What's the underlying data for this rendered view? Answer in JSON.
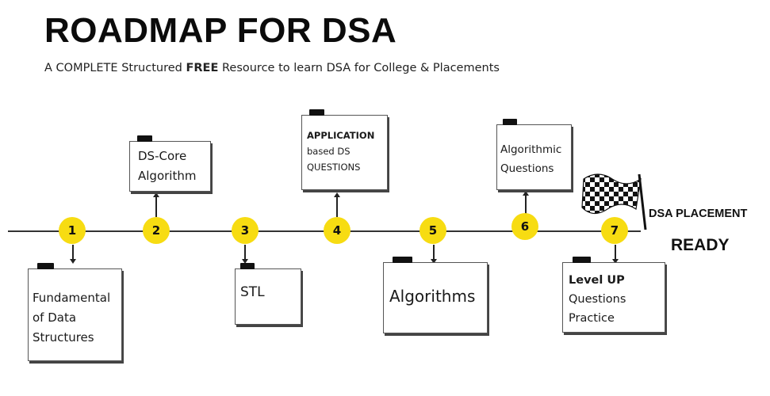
{
  "title": "ROADMAP FOR DSA",
  "subtitle": {
    "before": "A COMPLETE Structured ",
    "bold": "FREE",
    "after": " Resource to learn DSA for College & Placements"
  },
  "steps": [
    {
      "number": "1",
      "card_text": "Fundamental\nof Data\nStructures"
    },
    {
      "number": "2",
      "card_text": "DS-Core\nAlgorithm"
    },
    {
      "number": "3",
      "card_text": "STL"
    },
    {
      "number": "4",
      "card_bold": "APPLICATION",
      "card_text": "based DS\nQUESTIONS"
    },
    {
      "number": "5",
      "card_text": "Algorithms"
    },
    {
      "number": "6",
      "card_text": "Algorithmic\nQuestions"
    },
    {
      "number": "7",
      "card_bold": "Level UP",
      "card_text": "Questions\nPractice"
    }
  ],
  "finish": {
    "label": "DSA PLACEMENT",
    "ready": "READY",
    "icon": "checkered-flag-icon"
  },
  "colors": {
    "node_fill": "#f7dc12",
    "text": "#111111",
    "tape": "#111111"
  }
}
